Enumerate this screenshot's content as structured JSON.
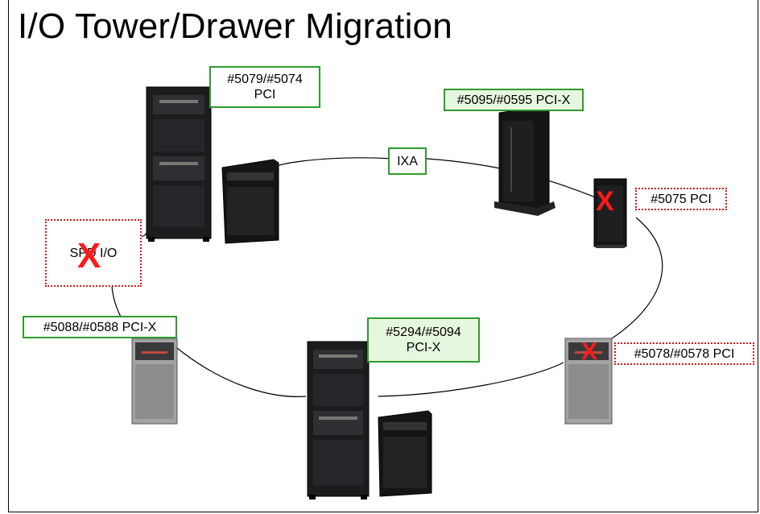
{
  "title": "I/O Tower/Drawer Migration",
  "labels": {
    "tower_5079": [
      "#5079/#5074",
      "PCI"
    ],
    "tower_5095": "#5095/#0595 PCI-X",
    "ixa": "IXA",
    "tower_5075": "#5075 PCI",
    "spd_io": "SPD I/O",
    "tower_5088": "#5088/#0588 PCI-X",
    "tower_5294": [
      "#5294/#5094",
      "PCI-X"
    ],
    "tower_5078": "#5078/#0578 PCI"
  },
  "status": {
    "supported_border": "#2e9c2e",
    "unsupported_border": "#d11a1a",
    "unsupported_mark": "X"
  },
  "colors": {
    "tower_dark": "#1c1c1e",
    "tower_gray": "#9a9a9a",
    "mark_red": "#ff1a1a"
  }
}
